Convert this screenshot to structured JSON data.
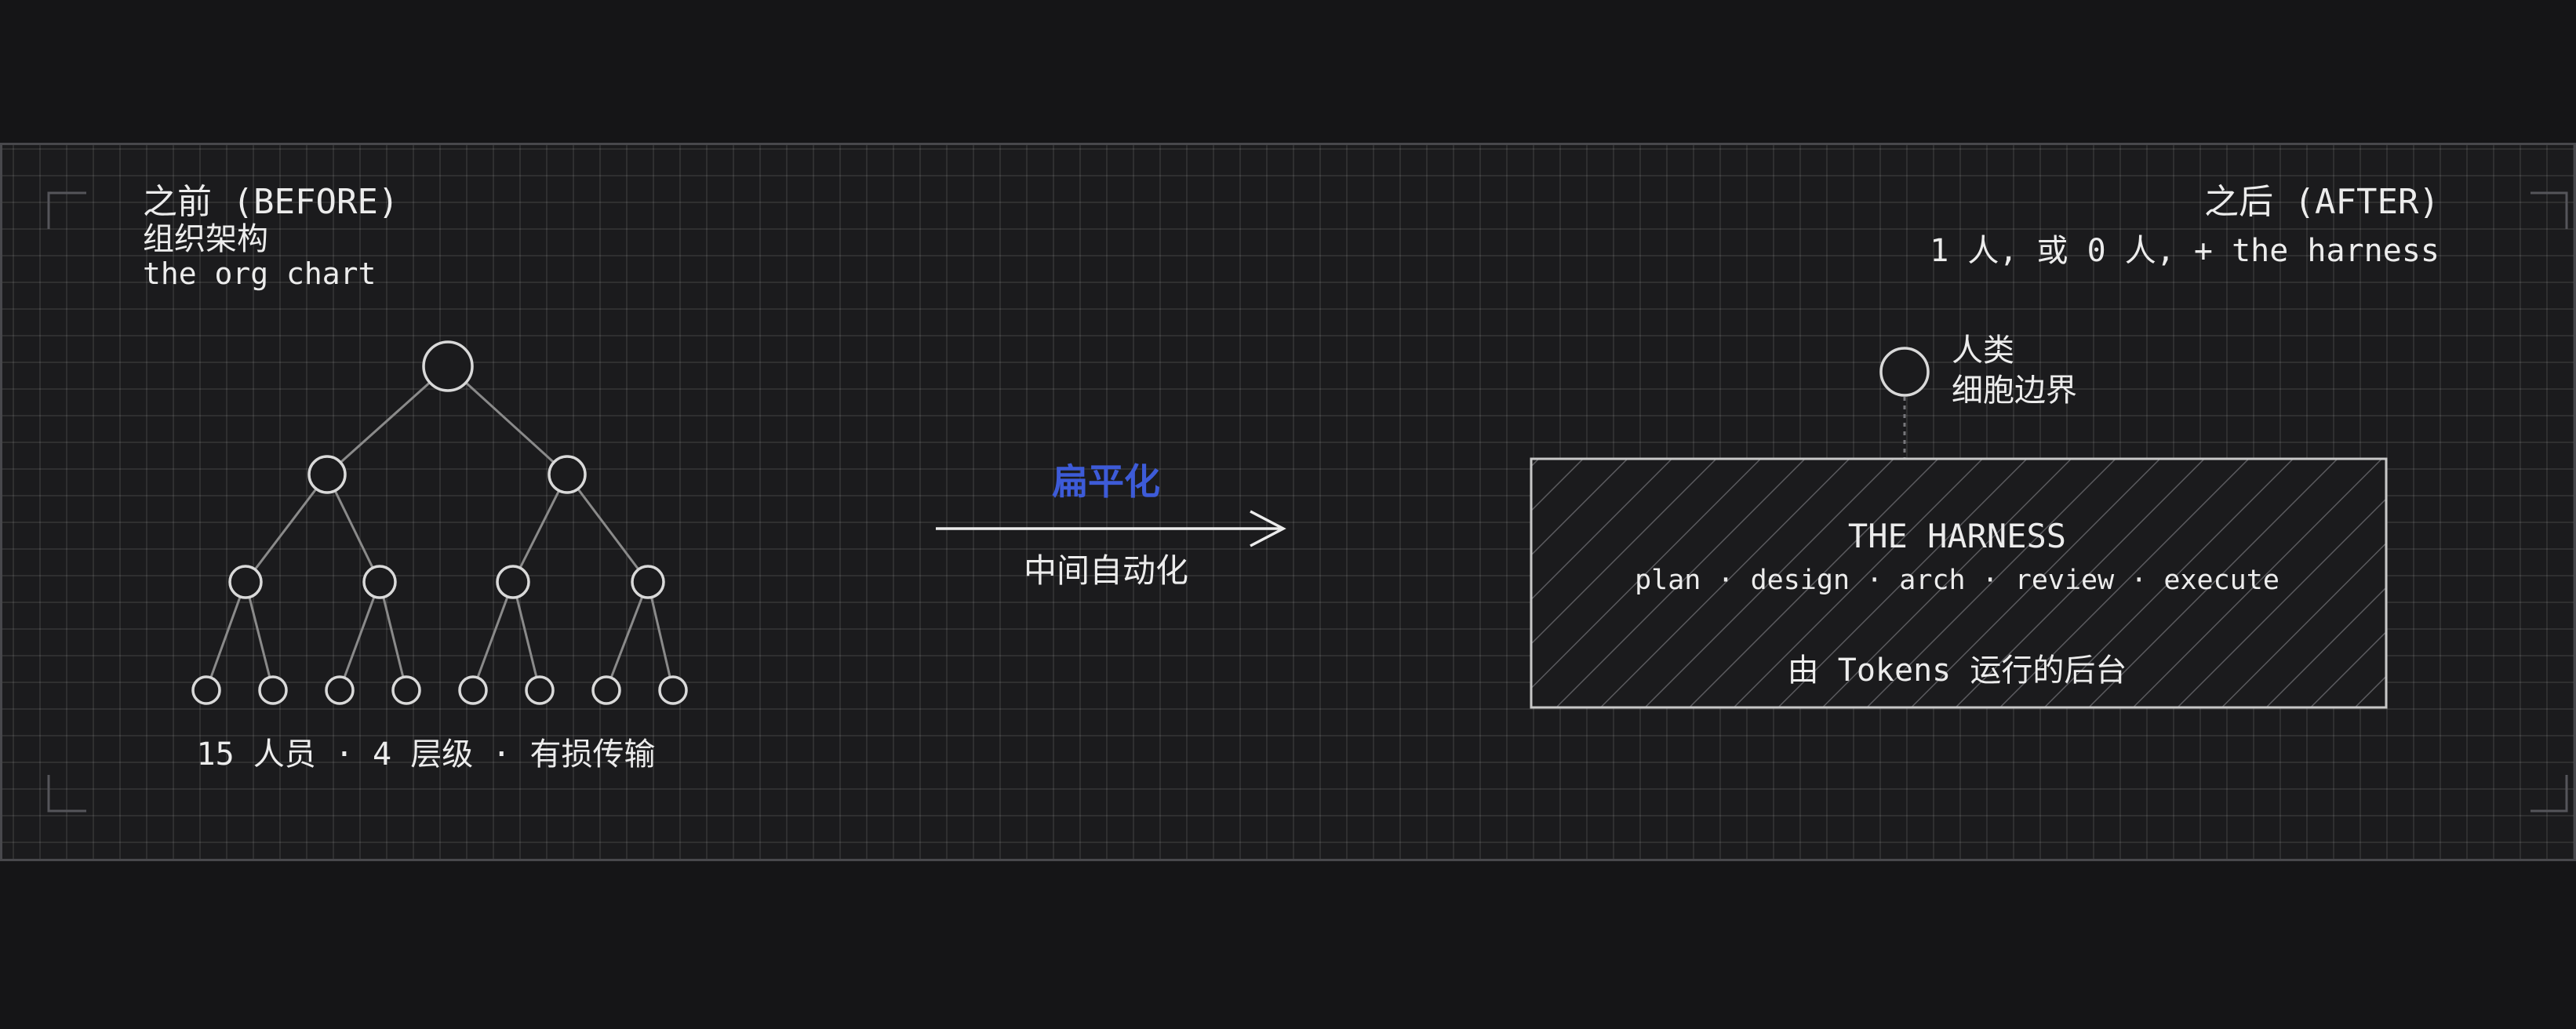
{
  "before": {
    "title": "之前 (BEFORE)",
    "subtitle_zh": "组织架构",
    "subtitle_en": "the org chart",
    "caption": "15 人员 · 4 层级 · 有损传输"
  },
  "transition": {
    "label": "扁平化",
    "sublabel": "中间自动化",
    "accent_color": "#3d5bd8"
  },
  "after": {
    "title": "之后 (AFTER)",
    "subtitle": "1 人, 或 0 人, + the harness",
    "human_label": "人类",
    "human_sublabel": "细胞边界",
    "harness": {
      "title": "THE HARNESS",
      "steps": "plan · design · arch · review · execute",
      "footer": "由 Tokens 运行的后台"
    }
  },
  "colors": {
    "background": "#151517",
    "panel": "#1b1b1d",
    "text": "#ececec",
    "accent": "#3d5bd8"
  }
}
